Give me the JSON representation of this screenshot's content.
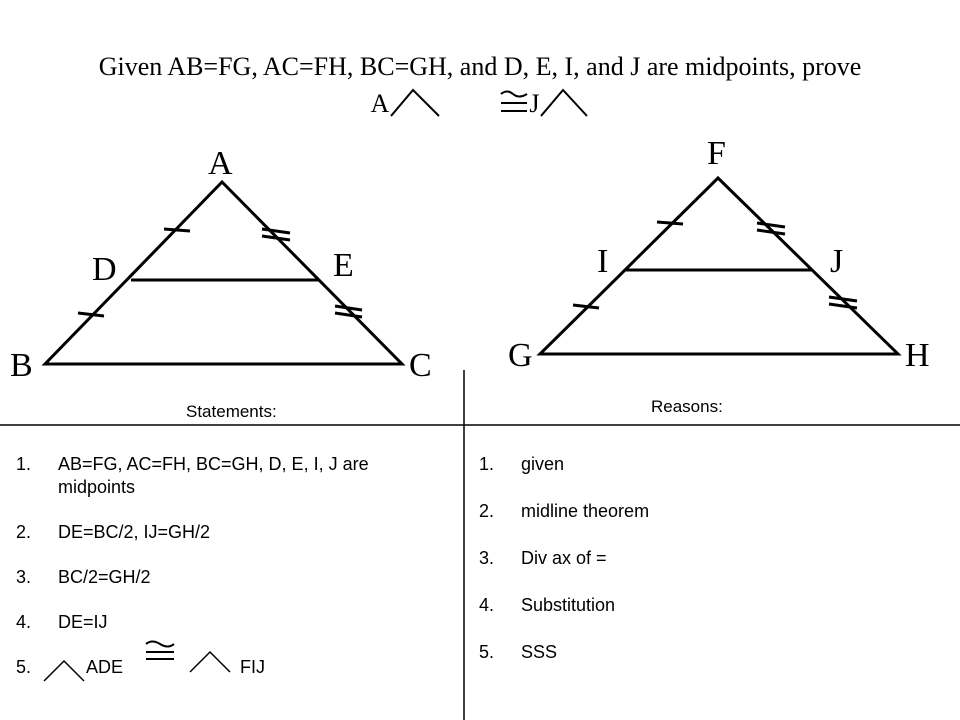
{
  "title": {
    "line1": "Given AB=FG, AC=FH, BC=GH, and D, E, I, and J are midpoints, prove",
    "line2_left": "A",
    "line2_right": "J"
  },
  "figures": {
    "left_labels": [
      "A",
      "D",
      "E",
      "B",
      "C"
    ],
    "right_labels": [
      "F",
      "I",
      "J",
      "G",
      "H"
    ]
  },
  "headers": {
    "statements": "Statements:",
    "reasons": "Reasons:"
  },
  "statements": [
    {
      "num": "1.",
      "text": "AB=FG, AC=FH, BC=GH, D, E, I, J are midpoints"
    },
    {
      "num": "2.",
      "text": "DE=BC/2, IJ=GH/2"
    },
    {
      "num": "3.",
      "text": "BC/2=GH/2"
    },
    {
      "num": "4.",
      "text": "DE=IJ"
    },
    {
      "num": "5.",
      "text_a": "ADE",
      "text_b": "FIJ"
    }
  ],
  "reasons": [
    {
      "num": "1.",
      "text": "given"
    },
    {
      "num": "2.",
      "text": "midline theorem"
    },
    {
      "num": "3.",
      "text": "Div ax of ="
    },
    {
      "num": "4.",
      "text": "Substitution"
    },
    {
      "num": "5.",
      "text": "SSS"
    }
  ]
}
